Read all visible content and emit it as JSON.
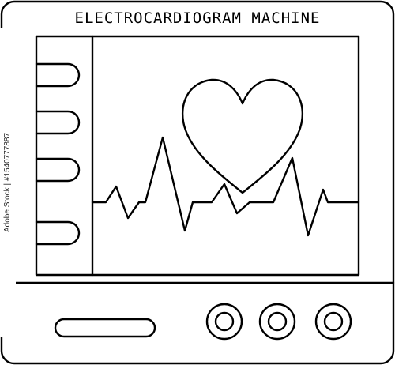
{
  "title": "ELECTROCARDIOGRAM MACHINE",
  "watermark": "Adobe Stock | #1540777887",
  "icons": {
    "heart": "heart-icon",
    "ecg": "ecg-waveform",
    "knobs": "control-knob"
  },
  "colors": {
    "stroke": "#000000",
    "background": "#ffffff"
  }
}
